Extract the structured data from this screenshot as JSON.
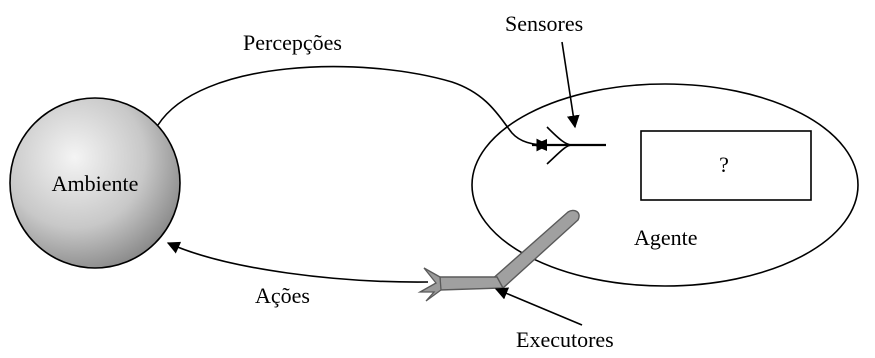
{
  "diagram": {
    "environment_label": "Ambiente",
    "agent_label": "Agente",
    "perceptions_label": "Percepções",
    "actions_label": "Ações",
    "sensors_label": "Sensores",
    "effectors_label": "Executores",
    "black_box_label": "?"
  },
  "colors": {
    "background": "#ffffff",
    "stroke": "#000000",
    "environment_light": "#f2f2f2",
    "environment_dark": "#8a8a8a",
    "effector_fill": "#a0a0a0"
  }
}
